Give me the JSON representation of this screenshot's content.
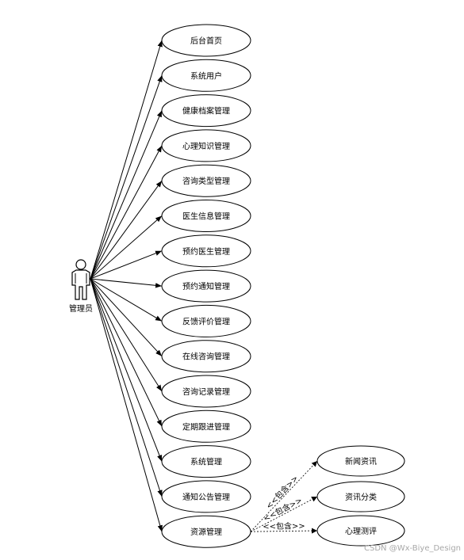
{
  "actor": {
    "label": "管理员"
  },
  "use_cases": [
    {
      "label": "后台首页"
    },
    {
      "label": "系统用户"
    },
    {
      "label": "健康档案管理"
    },
    {
      "label": "心理知识管理"
    },
    {
      "label": "咨询类型管理"
    },
    {
      "label": "医生信息管理"
    },
    {
      "label": "预约医生管理"
    },
    {
      "label": "预约通知管理"
    },
    {
      "label": "反馈评价管理"
    },
    {
      "label": "在线咨询管理"
    },
    {
      "label": "咨询记录管理"
    },
    {
      "label": "定期跟进管理"
    },
    {
      "label": "系统管理"
    },
    {
      "label": "通知公告管理"
    },
    {
      "label": "资源管理"
    }
  ],
  "sub_cases": [
    {
      "label": "新闻资讯"
    },
    {
      "label": "资讯分类"
    },
    {
      "label": "心理测评"
    }
  ],
  "include_label": "<<包含>>",
  "watermark": "CSDN @Wx-Biye_Design"
}
